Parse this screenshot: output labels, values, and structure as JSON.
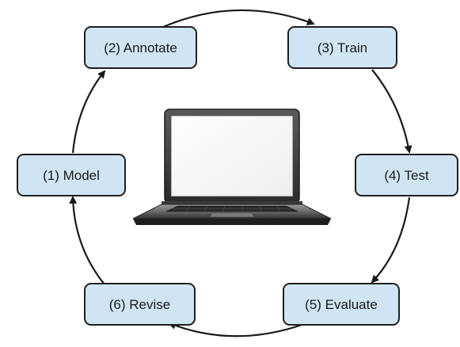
{
  "diagram": {
    "type": "cycle",
    "steps": [
      {
        "id": "model",
        "label": "(1) Model"
      },
      {
        "id": "annotate",
        "label": "(2) Annotate"
      },
      {
        "id": "train",
        "label": "(3) Train"
      },
      {
        "id": "test",
        "label": "(4) Test"
      },
      {
        "id": "evaluate",
        "label": "(5) Evaluate"
      },
      {
        "id": "revise",
        "label": "(6) Revise"
      }
    ],
    "center_image": "laptop-icon",
    "colors": {
      "box_fill": "#cfe5f3",
      "box_stroke": "#1f1f1f",
      "arrow": "#1a1a1a"
    }
  }
}
